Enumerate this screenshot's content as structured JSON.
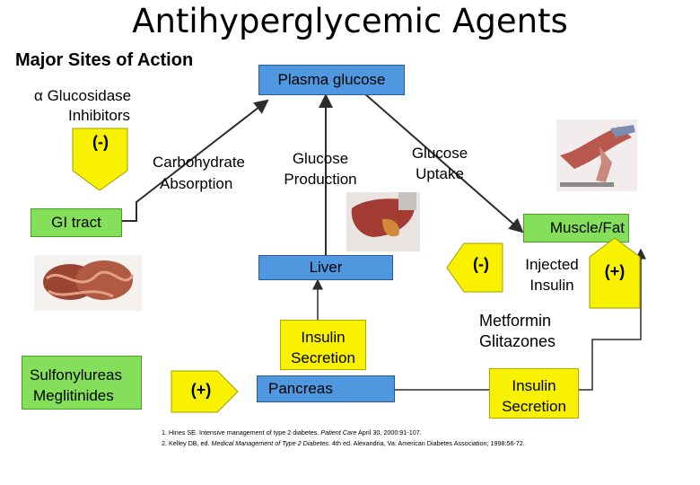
{
  "title": "Antihyperglycemic Agents",
  "subtitle": "Major Sites of Action",
  "alpha": {
    "symbol": "α",
    "line1": "Glucosidase",
    "line2": "Inhibitors",
    "sign": "(-)"
  },
  "plasma_glucose": "Plasma glucose",
  "carb_absorption": {
    "line1": "Carbohydrate",
    "line2": "Absorption"
  },
  "glucose_production": {
    "line1": "Glucose",
    "line2": "Production"
  },
  "glucose_uptake": {
    "line1": "Glucose",
    "line2": "Uptake"
  },
  "gi_tract": "GI tract",
  "muscle_fat": "Muscle/Fat",
  "liver": "Liver",
  "liver_sign": "(-)",
  "injected_insulin": {
    "line1": "Injected",
    "line2": "Insulin",
    "sign": "(+)"
  },
  "metformin": {
    "line1": "Metformin",
    "line2": "Glitazones"
  },
  "insulin_secretion_center": {
    "line1": "Insulin",
    "line2": "Secretion"
  },
  "sulfonylureas": {
    "line1": "Sulfonylureas",
    "line2": "Meglitinides"
  },
  "pancreas_sign": "(+)",
  "pancreas": "Pancreas",
  "insulin_secretion_right": {
    "line1": "Insulin",
    "line2": "Secretion"
  },
  "references": {
    "r1_a": "1. Hines SE. Intensive management of type 2 diabetes. ",
    "r1_journal": "Patient Care",
    "r1_b": " April 30, 2000:91-107.",
    "r2_a": "2. Kelley DB, ed. ",
    "r2_book": "Medical Management of Type 2 Diabetes",
    "r2_b": ". 4th ed. Alexandria, Va: American Diabetes Association; 1998:56-72."
  },
  "colors": {
    "blue": "#4f98df",
    "green": "#84e05a",
    "yellow": "#f8f200"
  }
}
